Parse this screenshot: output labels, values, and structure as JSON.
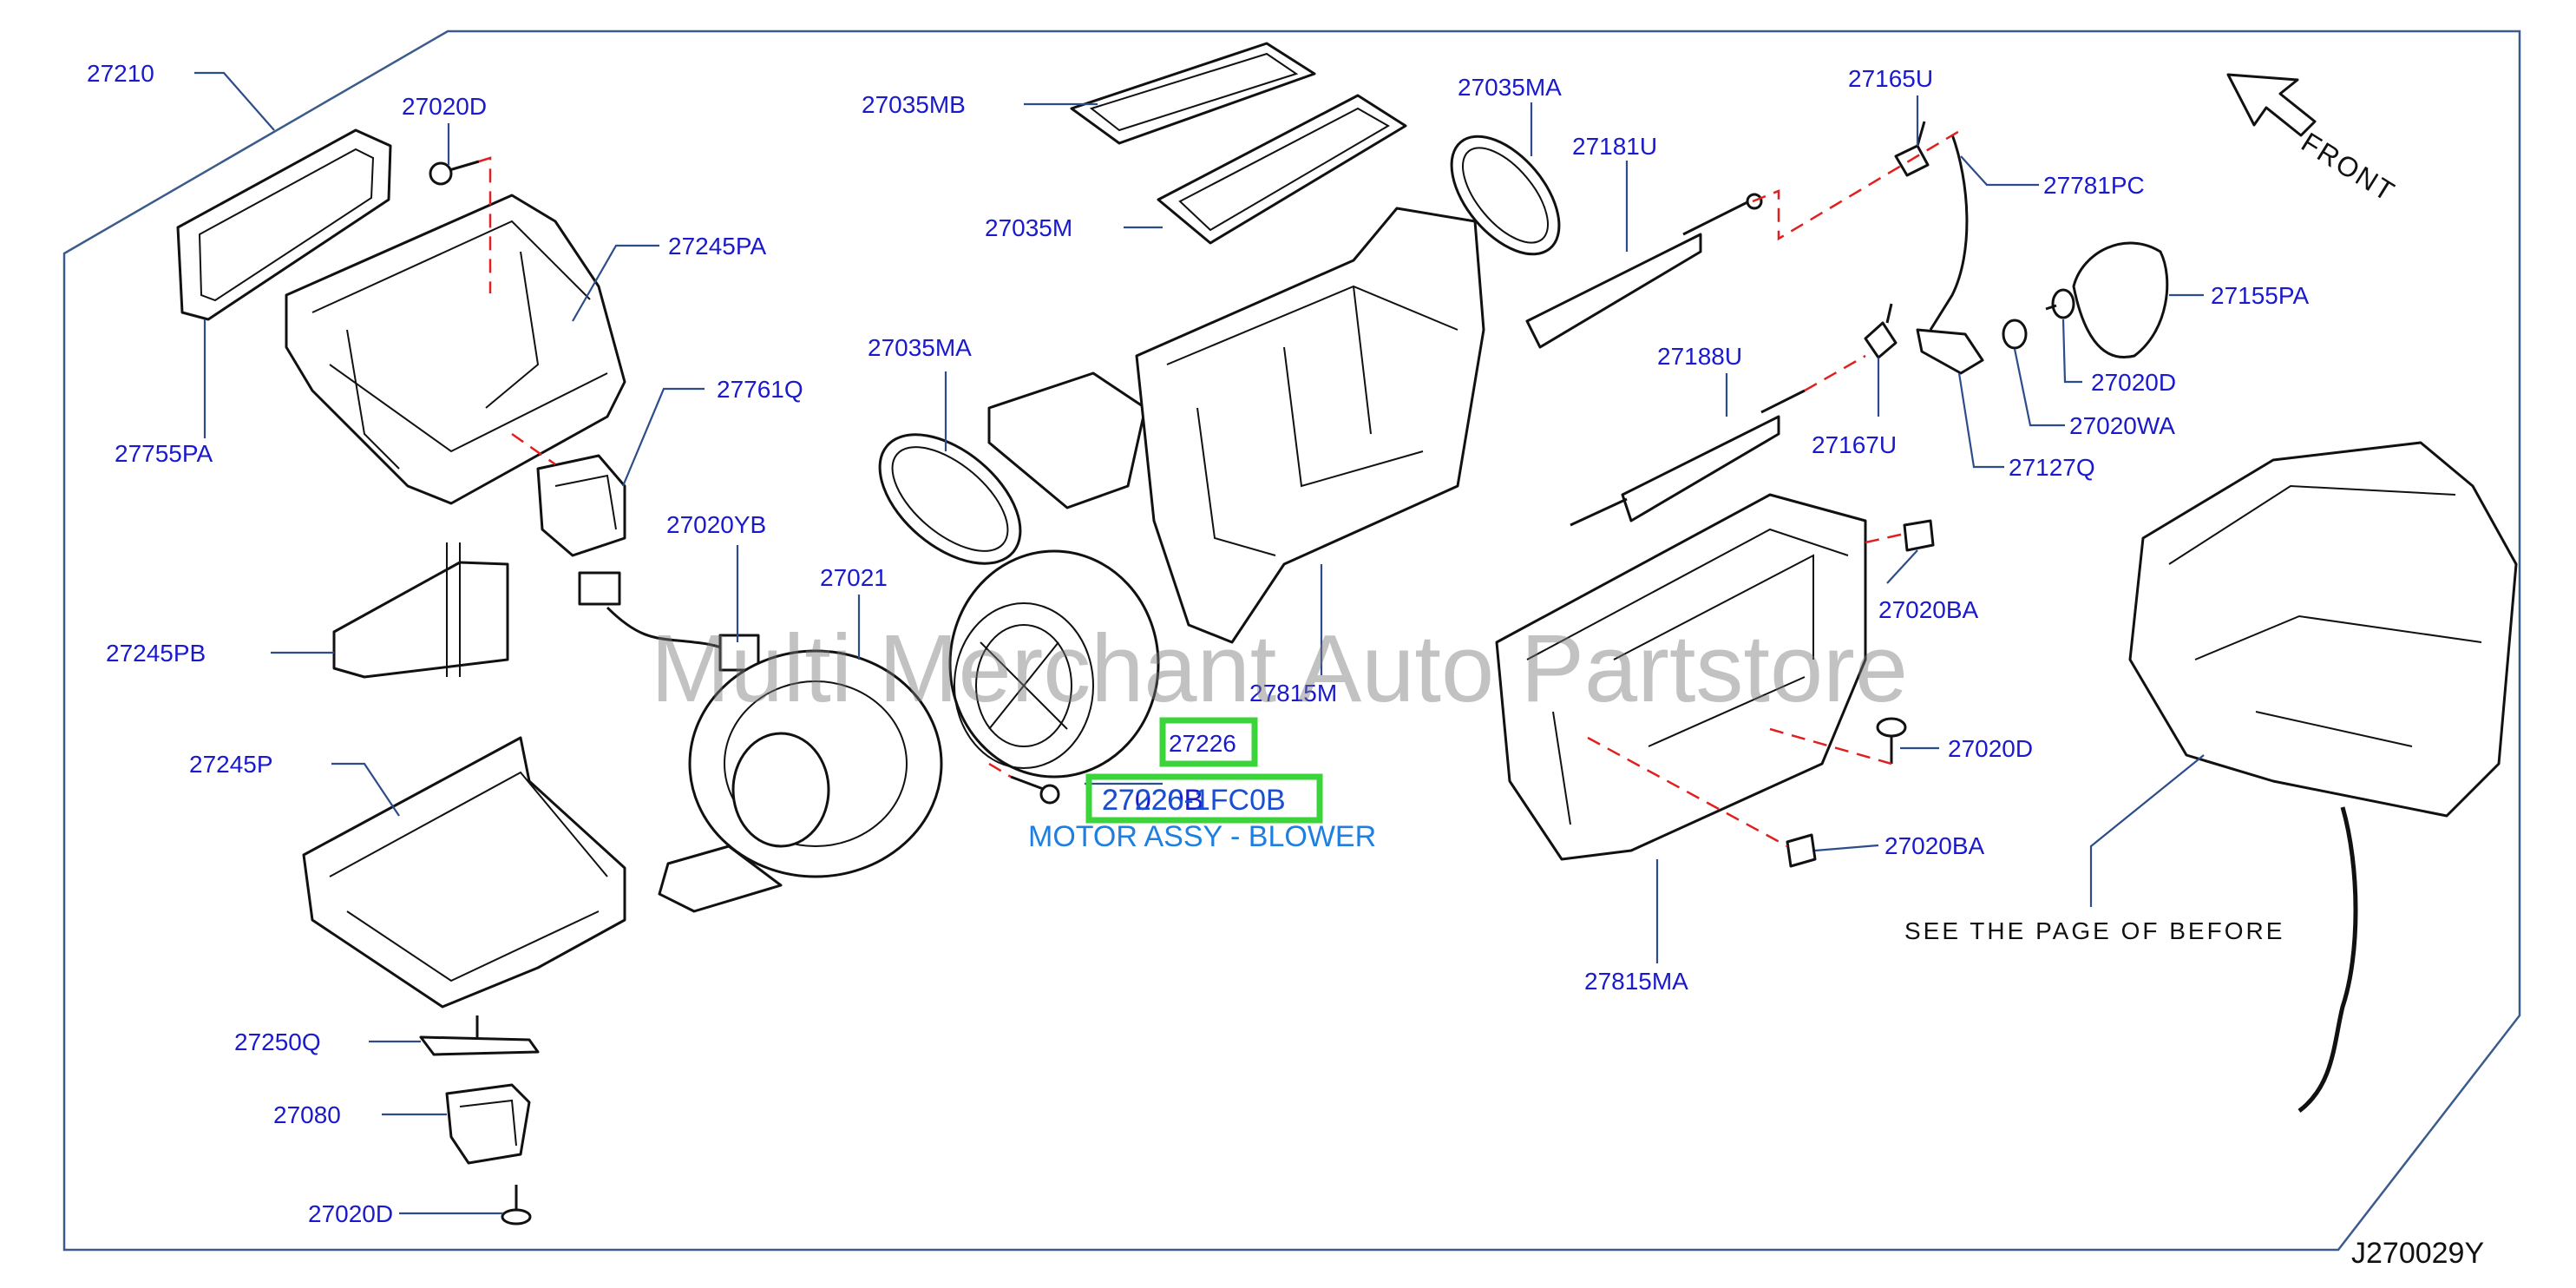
{
  "watermark": "Multi Merchant Auto Partstore",
  "front_label": "FRONT",
  "diagram_code": "J270029Y",
  "reference_note": "SEE  THE  PAGE  OF  BEFORE",
  "highlight": {
    "part_number": "27226",
    "overlay_code": "27226-1FC0B",
    "overlay_under": "27020B",
    "description": "MOTOR ASSY - BLOWER"
  },
  "labels": {
    "l27210": "27210",
    "l27020D_a": "27020D",
    "l27245PA": "27245PA",
    "l27755PA": "27755PA",
    "l27761Q": "27761Q",
    "l27020YB": "27020YB",
    "l27245PB": "27245PB",
    "l27245P": "27245P",
    "l27250Q": "27250Q",
    "l27080": "27080",
    "l27020D_b": "27020D",
    "l27021": "27021",
    "l27035MB": "27035MB",
    "l27035M": "27035M",
    "l27035MA_a": "27035MA",
    "l27035MA_b": "27035MA",
    "l27815M": "27815M",
    "l27181U": "27181U",
    "l27165U": "27165U",
    "l27781PC": "27781PC",
    "l27155PA": "27155PA",
    "l27020D_c": "27020D",
    "l27020WA": "27020WA",
    "l27127Q": "27127Q",
    "l27188U": "27188U",
    "l27167U": "27167U",
    "l27020BA_a": "27020BA",
    "l27020D_d": "27020D",
    "l27020BA_b": "27020BA",
    "l27815MA": "27815MA"
  }
}
